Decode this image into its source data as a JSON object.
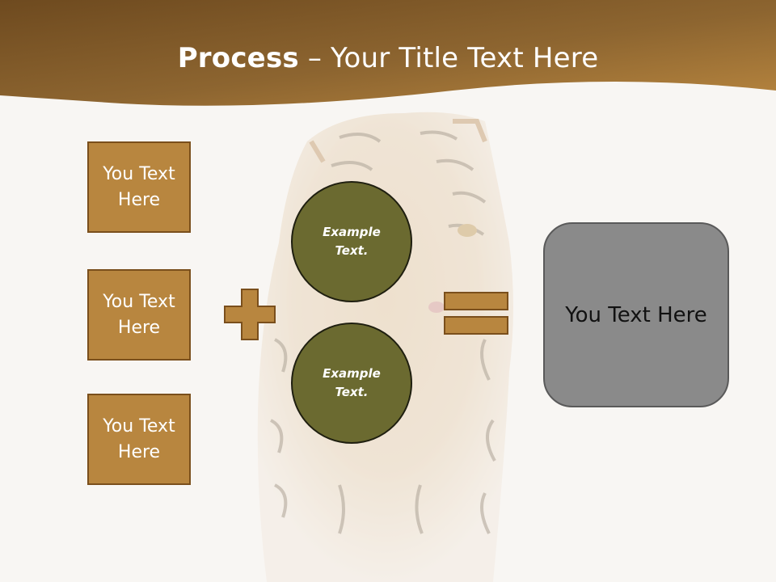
{
  "slide": {
    "title_bold": "Process",
    "title_rest": " – Your Title Text Here",
    "header_colors": [
      "#6e4a1f",
      "#b8863f"
    ]
  },
  "left_boxes": [
    {
      "label": "You Text Here"
    },
    {
      "label": "You Text Here"
    },
    {
      "label": "You Text Here"
    }
  ],
  "circles": [
    {
      "label": "Example\nText."
    },
    {
      "label": "Example\nText."
    }
  ],
  "operators": {
    "plus": "plus-sign",
    "equals": "equals-sign",
    "fill": "#b8863f"
  },
  "result": {
    "label": "You Text Here"
  },
  "background": {
    "image": "tiger-photo"
  }
}
